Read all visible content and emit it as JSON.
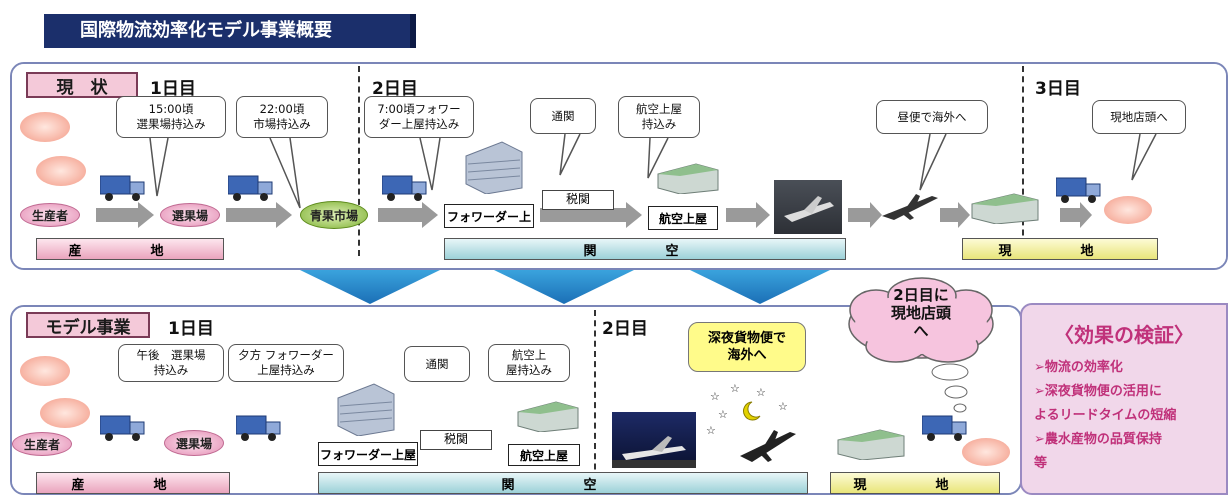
{
  "title": "国際物流効率化モデル事業概要",
  "current": {
    "label": "現　状",
    "days": [
      "1日目",
      "2日目",
      "3日目"
    ],
    "bubbles": [
      "15:00頃\n選果場持込み",
      "22:00頃\n市場持込み",
      "7:00頃フォワー\nダー上屋持込み",
      "通関",
      "航空上屋\n持込み",
      "昼便で海外へ",
      "現地店頭へ"
    ],
    "nodes": [
      "生産者",
      "選果場",
      "青果市場"
    ],
    "boxes": [
      "フォワーダー上",
      "航空上屋"
    ],
    "tax_label": "税関",
    "strips": [
      "産　地",
      "関　空",
      "現　地"
    ]
  },
  "model": {
    "label": "モデル事業",
    "days": [
      "1日目",
      "2日目"
    ],
    "bubbles": [
      "午後　選果場\n持込み",
      "夕方 フォワーダー\n上屋持込み",
      "通関",
      "航空上\n屋持込み"
    ],
    "night_bubble": "深夜貨物便で\n海外へ",
    "cloud": "2日目に\n現地店頭\nへ",
    "nodes": [
      "生産者",
      "選果場"
    ],
    "boxes": [
      "フォワーダー上屋",
      "航空上屋"
    ],
    "tax_label": "税関",
    "strips": [
      "産　地",
      "関　空",
      "現　地"
    ]
  },
  "effects": {
    "title": "〈効果の検証〉",
    "items": [
      "➢物流の効率化",
      "➢深夜貨物便の活用に",
      "よるリードタイムの短縮",
      "➢農水産物の品質保持",
      "等"
    ]
  }
}
